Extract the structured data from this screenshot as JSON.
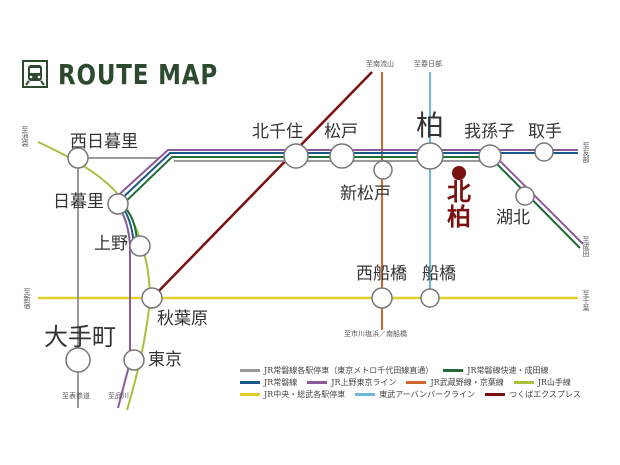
{
  "title": {
    "text": "ROUTE MAP",
    "icon": "train-icon",
    "color": "#2d4a2f"
  },
  "lines": {
    "joban_local": {
      "name": "JR常磐線各駅停車（東京メトロ千代田線直通）",
      "color": "#9a9a9a"
    },
    "joban_rapid_narita": {
      "name": "JR常磐線快速・成田線",
      "color": "#1f6b3a"
    },
    "joban": {
      "name": "JR常磐線",
      "color": "#1a5a8a"
    },
    "ueno_tokyo": {
      "name": "JR上野東京ライン",
      "color": "#8a5a9a"
    },
    "musashino_keiyo": {
      "name": "JR武蔵野線・京葉線",
      "color": "#d0672a"
    },
    "yamanote": {
      "name": "JR山手線",
      "color": "#a8c03a"
    },
    "chuo_sobu": {
      "name": "JR中央・総武各駅停車",
      "color": "#e0cf2a"
    },
    "tobu_urban_park": {
      "name": "東武アーバンパークライン",
      "color": "#6cb8d8"
    },
    "tsukuba_express": {
      "name": "つくばエクスプレス",
      "color": "#7a1010"
    }
  },
  "legend": [
    [
      {
        "key": "joban_local",
        "label": "JR常磐線各駅停車（東京メトロ千代田線直通）",
        "color": "#9a9a9a"
      },
      {
        "key": "joban_rapid_narita",
        "label": "JR常磐線快速・成田線",
        "color": "#1f6b3a"
      }
    ],
    [
      {
        "key": "joban",
        "label": "JR常磐線",
        "color": "#1a5a8a"
      },
      {
        "key": "ueno_tokyo",
        "label": "JR上野東京ライン",
        "color": "#8a5a9a"
      },
      {
        "key": "musashino_keiyo",
        "label": "JR武蔵野線・京葉線",
        "color": "#d0672a"
      },
      {
        "key": "yamanote",
        "label": "JR山手線",
        "color": "#a8c03a"
      }
    ],
    [
      {
        "key": "chuo_sobu",
        "label": "JR中央・総武各駅停車",
        "color": "#e0cf2a"
      },
      {
        "key": "tobu_urban_park",
        "label": "東武アーバンパークライン",
        "color": "#6cb8d8"
      },
      {
        "key": "tsukuba_express",
        "label": "つくばエクスプレス",
        "color": "#7a1010"
      }
    ]
  ],
  "stations": {
    "nishinippori": "西日暮里",
    "nippori": "日暮里",
    "ueno": "上野",
    "akihabara": "秋葉原",
    "tokyo": "東京",
    "otemachi": "大手町",
    "kitasenju": "北千住",
    "matsudo": "松戸",
    "shinmatsudo": "新松戸",
    "kashiwa": "柏",
    "abiko": "我孫子",
    "toride": "取手",
    "kohoku": "湖北",
    "nishifunabashi": "西船橋",
    "funabashi": "船橋"
  },
  "highlight": {
    "label": "北柏",
    "color": "#7a1010"
  },
  "directions": {
    "ikebukuro": "至池袋",
    "shinjuku": "至新宿",
    "omotesando": "至表参道",
    "shinagawa": "至品川",
    "minaminagareyama": "至南流山",
    "kasukabe": "至春日部",
    "tomobe": "至友部",
    "narita": "至成田",
    "chiba": "至千葉",
    "ichikawashiohama": "至市川塩浜／南船橋"
  }
}
